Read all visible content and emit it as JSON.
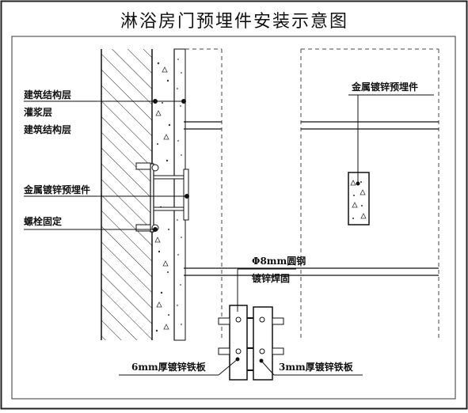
{
  "title": "淋浴房门预埋件安装示意图",
  "labels": {
    "structure_layer_1": "建筑结构层",
    "grout_layer": "灌浆层",
    "structure_layer_2": "建筑结构层",
    "embedded_part_left": "金属镀锌预埋件",
    "bolt_fixing": "螺栓固定",
    "embedded_part_right": "金属镀锌预埋件",
    "rebar_line1": "Φ8mm圆钢",
    "rebar_line2": "镀锌焊固",
    "plate_6mm": "6mm厚镀锌铁板",
    "plate_3mm": "3mm厚镀锌铁板"
  },
  "colors": {
    "line": "#111111",
    "dash": "#444444",
    "border": "#222222",
    "background": "#ffffff"
  }
}
